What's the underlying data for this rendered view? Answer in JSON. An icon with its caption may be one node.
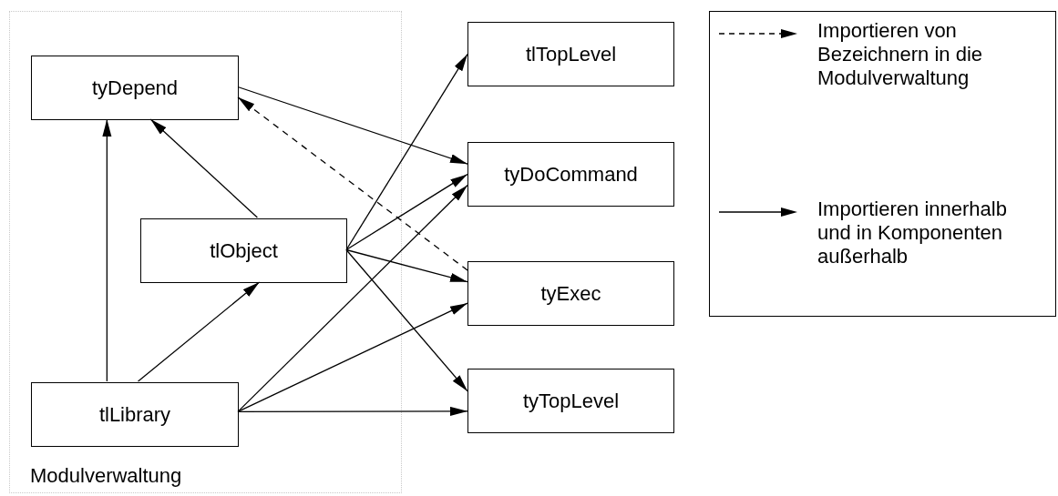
{
  "diagram": {
    "nodes": [
      {
        "text": [
          "Modulverwaltung"
        ]
      },
      {
        "text": [
          "tyDepend"
        ],
        "in": 0
      },
      {
        "text": [
          "tlObject"
        ],
        "in": 0
      },
      {
        "text": [
          "tlLibrary"
        ],
        "in": 0
      },
      {
        "text": [
          "tlTopLevel"
        ]
      },
      {
        "text": [
          "tyDoCommand"
        ]
      },
      {
        "text": [
          "tyExec"
        ]
      },
      {
        "text": [
          "tyTopLevel"
        ]
      }
    ],
    "edges": [
      {
        "from": 3,
        "to": 1,
        "arrow": "to"
      },
      {
        "from": 2,
        "to": 1,
        "arrow": "to"
      },
      {
        "from": 3,
        "to": 2,
        "arrow": "to"
      },
      {
        "from": 1,
        "to": 5,
        "arrow": "to"
      },
      {
        "from": 6,
        "to": 1,
        "arrow": "to",
        "style": "dashed"
      },
      {
        "from": 2,
        "to": 4,
        "arrow": "to"
      },
      {
        "from": 2,
        "to": 5,
        "arrow": "to"
      },
      {
        "from": 2,
        "to": 6,
        "arrow": "to"
      },
      {
        "from": 2,
        "to": 7,
        "arrow": "to"
      },
      {
        "from": 3,
        "to": 5,
        "arrow": "to"
      },
      {
        "from": 3,
        "to": 6,
        "arrow": "to"
      },
      {
        "from": 3,
        "to": 7,
        "arrow": "to"
      }
    ],
    "legend": [
      {
        "text": "Importieren von Bezeichnern in die Modulverwaltung"
      },
      {
        "text": "Importieren innerhalb und in Komponenten außerhalb"
      }
    ]
  }
}
